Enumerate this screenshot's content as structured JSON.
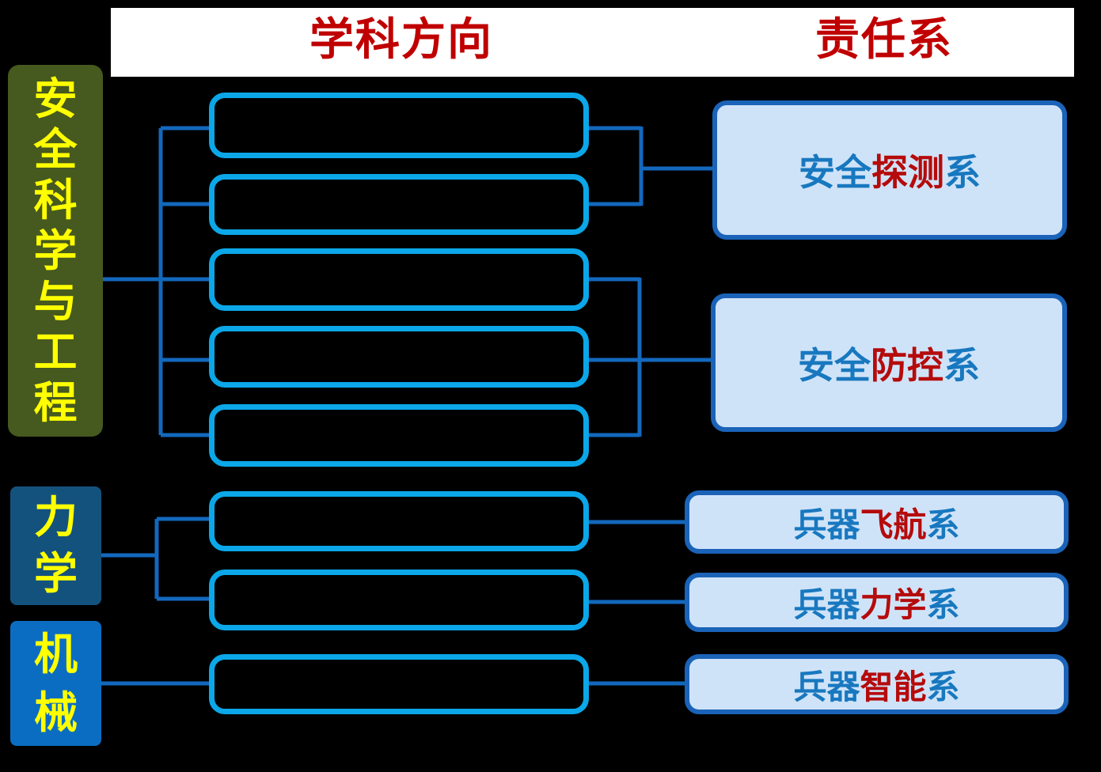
{
  "header": {
    "left_title": "学科方向",
    "right_title": "责任系"
  },
  "disciplines": [
    {
      "name": "安全科学与工程"
    },
    {
      "name": "力学"
    },
    {
      "name": "机械"
    }
  ],
  "direction_boxes": [
    "",
    "",
    "",
    "",
    "",
    "",
    "",
    ""
  ],
  "departments": [
    {
      "prefix": "安全",
      "highlight": "探测",
      "suffix": "系"
    },
    {
      "prefix": "安全",
      "highlight": "防控",
      "suffix": "系"
    },
    {
      "prefix": "兵器",
      "highlight": "飞航",
      "suffix": "系"
    },
    {
      "prefix": "兵器",
      "highlight": "力学",
      "suffix": "系"
    },
    {
      "prefix": "兵器",
      "highlight": "智能",
      "suffix": "系"
    }
  ],
  "colors": {
    "background": "#000000",
    "header_bar": "#ffffff",
    "header_text": "#c00000",
    "discipline_text": "#ffff00",
    "discipline_safety_fill": "#46591f",
    "discipline_mechanics_fill": "#14527e",
    "discipline_machinery_fill": "#0b6dc2",
    "direction_box_border": "#0ba7e8",
    "connector": "#1368bd",
    "department_fill": "#cfe3f8",
    "department_border": "#1a63b8",
    "department_text_blue": "#1878bf",
    "department_text_red": "#b50b0b"
  }
}
